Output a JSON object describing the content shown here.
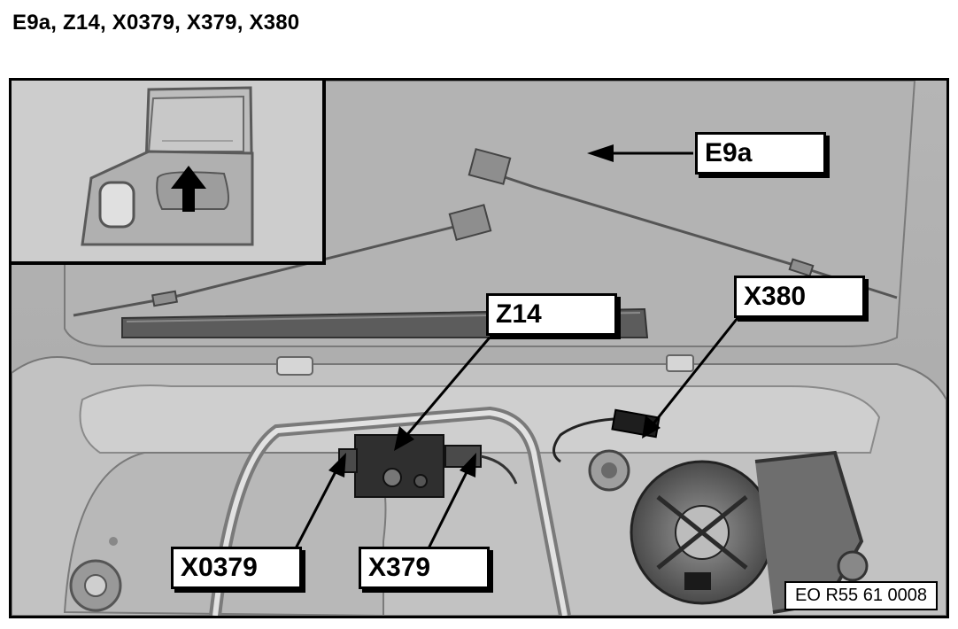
{
  "header": {
    "title": "E9a, Z14, X0379, X379, X380"
  },
  "callouts": {
    "e9a": "E9a",
    "z14": "Z14",
    "x0379": "X0379",
    "x379": "X379",
    "x380": "X380"
  },
  "reference_code": "EO R55 61 0008",
  "icons": [
    "up-arrow-icon"
  ]
}
